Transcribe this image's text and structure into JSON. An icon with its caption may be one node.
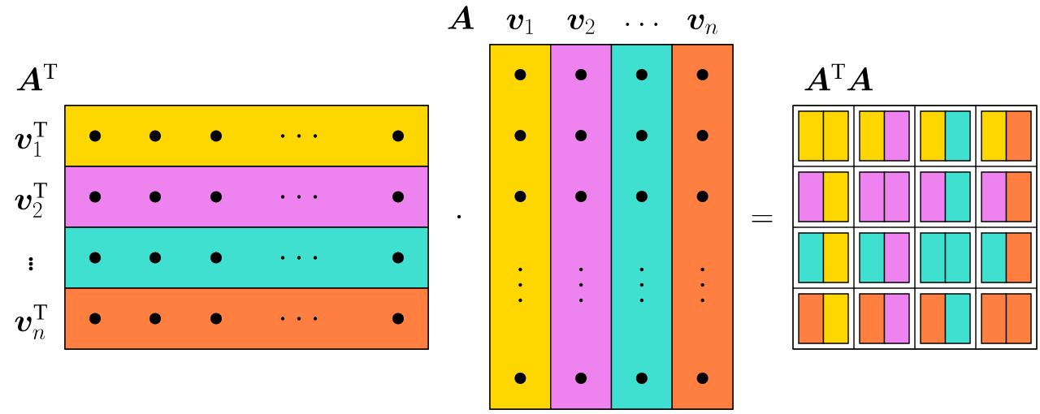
{
  "diagram": {
    "nodes": [
      {
        "text": [
          "\\bm{A}^{\\mathrm{T}}"
        ]
      },
      {
        "text": [
          "\\bm{v}_1^{\\mathrm{T}}"
        ],
        "in": 0
      },
      {
        "text": [
          "\\bm{v}_2^{\\mathrm{T}}"
        ],
        "in": 0
      },
      {
        "text": [
          "\\vdots"
        ],
        "in": 0
      },
      {
        "text": [
          "\\bm{v}_n^{\\mathrm{T}}"
        ],
        "in": 0
      },
      {
        "text": [
          "\\bm{A}"
        ]
      },
      {
        "text": [
          "\\bm{v}_1"
        ],
        "in": 5
      },
      {
        "text": [
          "\\bm{v}_2"
        ],
        "in": 5
      },
      {
        "text": [
          "\\ldots"
        ],
        "in": 5
      },
      {
        "text": [
          "\\bm{v}_n"
        ],
        "in": 5
      },
      {
        "text": [
          "\\bm{A}^{\\mathrm{T}}\\bm{A}"
        ]
      },
      {
        "text": [],
        "shape": "box",
        "in": 10
      },
      {
        "text": [],
        "shape": "box",
        "in": 10
      },
      {
        "text": [],
        "shape": "box",
        "in": 10
      },
      {
        "text": [],
        "shape": "box",
        "in": 10
      },
      {
        "text": [],
        "shape": "box",
        "in": 10
      },
      {
        "text": [],
        "shape": "box",
        "in": 10
      },
      {
        "text": [],
        "shape": "box",
        "in": 10
      },
      {
        "text": [],
        "shape": "box",
        "in": 10
      },
      {
        "text": [],
        "shape": "box",
        "in": 10
      },
      {
        "text": [],
        "shape": "box",
        "in": 10
      },
      {
        "text": [],
        "shape": "box",
        "in": 10
      },
      {
        "text": [],
        "shape": "box",
        "in": 10
      },
      {
        "text": [],
        "shape": "box",
        "in": 10
      },
      {
        "text": [],
        "shape": "box",
        "in": 10
      },
      {
        "text": [],
        "shape": "box",
        "in": 10
      },
      {
        "text": [],
        "shape": "box",
        "in": 10
      }
    ],
    "labels": [
      "\\cdot",
      "="
    ]
  }
}
